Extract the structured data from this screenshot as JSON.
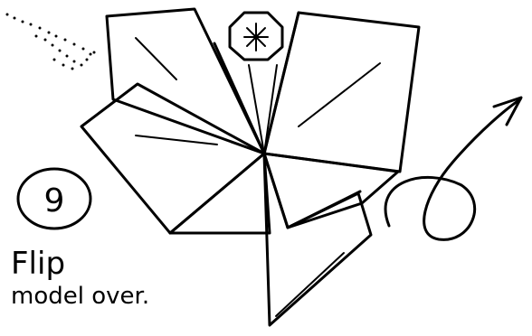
{
  "step": {
    "number": "9"
  },
  "instruction": {
    "line1": "Flip",
    "line2": "model over."
  },
  "center_emblem": {
    "icon": "asterisk-in-octagon"
  }
}
